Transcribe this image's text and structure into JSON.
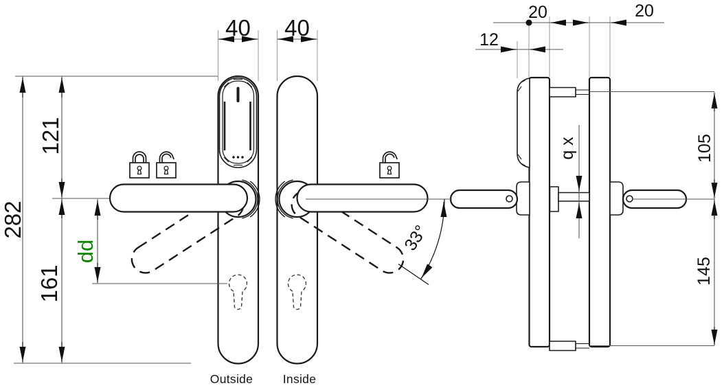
{
  "views": {
    "outside": {
      "label": "Outside"
    },
    "inside": {
      "label": "Inside"
    }
  },
  "dimensions": {
    "outside_plate_width": "40",
    "inside_plate_width": "40",
    "overall_height": "282",
    "plate_top_to_handle": "121",
    "handle_to_plate_bottom": "161",
    "handle_to_cylinder": "dd",
    "handle_rotation_angle": "33°",
    "reader_projection": "12",
    "outside_assembly_depth": "20",
    "inside_assembly_depth": "20",
    "top_fixing_to_handle": "105",
    "handle_to_bottom_fixing": "145",
    "spindle_size": "q x"
  },
  "icons": {
    "outside_locked": "locked-padlock-icon",
    "outside_unlocked": "unlocked-padlock-icon",
    "inside_unlocked": "unlocked-padlock-icon"
  },
  "colors": {
    "object_line": "#1a1a1a",
    "dimension_line": "#555555",
    "extension_line": "#999999",
    "dd_accent": "#0f8500",
    "background": "#ffffff"
  }
}
